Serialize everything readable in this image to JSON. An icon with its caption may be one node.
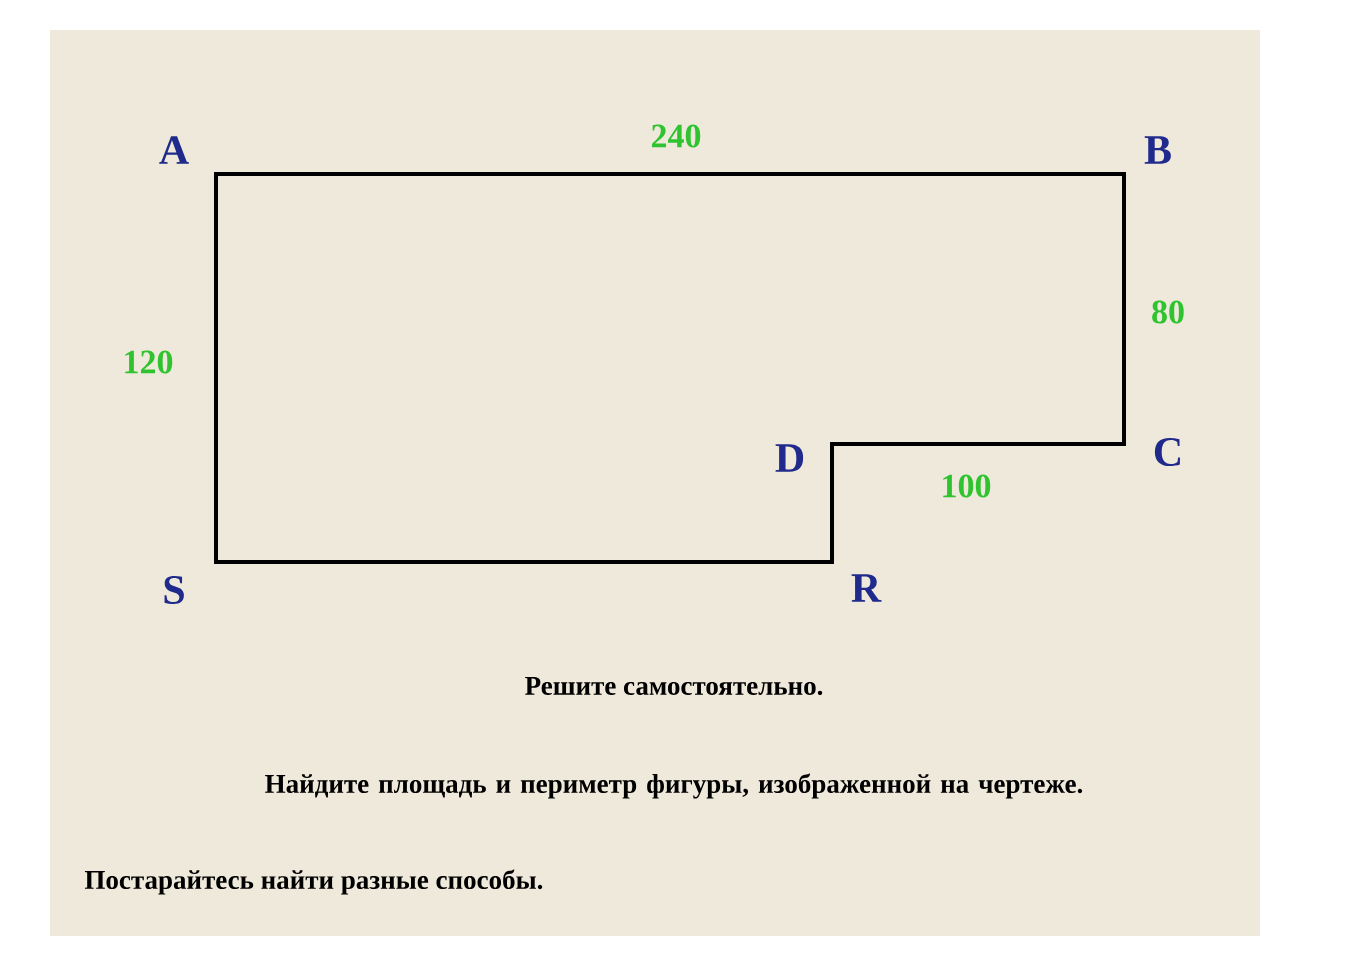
{
  "diagram": {
    "labels": [
      "A",
      "240",
      "B",
      "120",
      "80",
      "D",
      "C",
      "100",
      "S",
      "R",
      "Решите самостоятельно.",
      "Найдите площадь и периметр фигуры, изображенной на чертеже.",
      "Постарайтесь найти разные способы."
    ]
  }
}
